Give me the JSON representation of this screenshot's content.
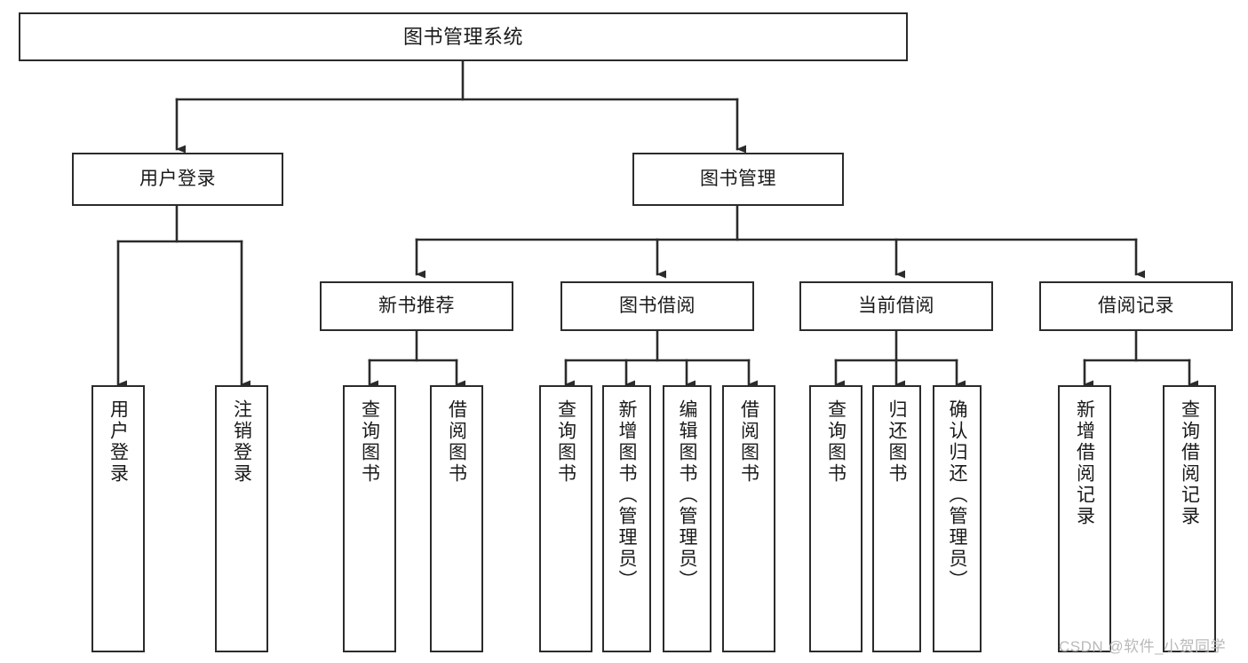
{
  "diagram": {
    "title": "图书管理系统",
    "type": "hierarchy-tree",
    "orientation": "top-down",
    "colors": {
      "box_border": "#2b2b2b",
      "box_fill": "#ffffff",
      "connector": "#2b2b2b",
      "text": "#1a1a1a",
      "watermark": "#b9b9b9",
      "background": "#ffffff"
    },
    "watermark": "CSDN @软件_小贺同学",
    "levels": [
      {
        "level": 0,
        "nodes": [
          {
            "id": "root",
            "label": "图书管理系统",
            "orientation": "horizontal"
          }
        ]
      },
      {
        "level": 1,
        "nodes": [
          {
            "id": "login",
            "label": "用户登录",
            "orientation": "horizontal",
            "parent": "root"
          },
          {
            "id": "bookmgmt",
            "label": "图书管理",
            "orientation": "horizontal",
            "parent": "root"
          }
        ]
      },
      {
        "level": 2,
        "nodes": [
          {
            "id": "newbook",
            "label": "新书推荐",
            "orientation": "horizontal",
            "parent": "bookmgmt"
          },
          {
            "id": "borrow",
            "label": "图书借阅",
            "orientation": "horizontal",
            "parent": "bookmgmt"
          },
          {
            "id": "current",
            "label": "当前借阅",
            "orientation": "horizontal",
            "parent": "bookmgmt"
          },
          {
            "id": "records",
            "label": "借阅记录",
            "orientation": "horizontal",
            "parent": "bookmgmt"
          }
        ]
      },
      {
        "level": 3,
        "nodes": [
          {
            "id": "leaf1",
            "label": "用户登录",
            "orientation": "vertical",
            "parent": "login"
          },
          {
            "id": "leaf2",
            "label": "注销登录",
            "orientation": "vertical",
            "parent": "login"
          },
          {
            "id": "leaf3",
            "label": "查询图书",
            "orientation": "vertical",
            "parent": "newbook"
          },
          {
            "id": "leaf4",
            "label": "借阅图书",
            "orientation": "vertical",
            "parent": "newbook"
          },
          {
            "id": "leaf5",
            "label": "查询图书",
            "orientation": "vertical",
            "parent": "borrow"
          },
          {
            "id": "leaf6",
            "label": "新增图书（管理员）",
            "orientation": "vertical",
            "parent": "borrow"
          },
          {
            "id": "leaf7",
            "label": "编辑图书（管理员）",
            "orientation": "vertical",
            "parent": "borrow"
          },
          {
            "id": "leaf8",
            "label": "借阅图书",
            "orientation": "vertical",
            "parent": "borrow"
          },
          {
            "id": "leaf9",
            "label": "查询图书",
            "orientation": "vertical",
            "parent": "current"
          },
          {
            "id": "leaf10",
            "label": "归还图书",
            "orientation": "vertical",
            "parent": "current"
          },
          {
            "id": "leaf11",
            "label": "确认归还（管理员）",
            "orientation": "vertical",
            "parent": "current"
          },
          {
            "id": "leaf12",
            "label": "新增借阅记录",
            "orientation": "vertical",
            "parent": "records"
          },
          {
            "id": "leaf13",
            "label": "查询借阅记录",
            "orientation": "vertical",
            "parent": "records"
          }
        ]
      }
    ]
  }
}
